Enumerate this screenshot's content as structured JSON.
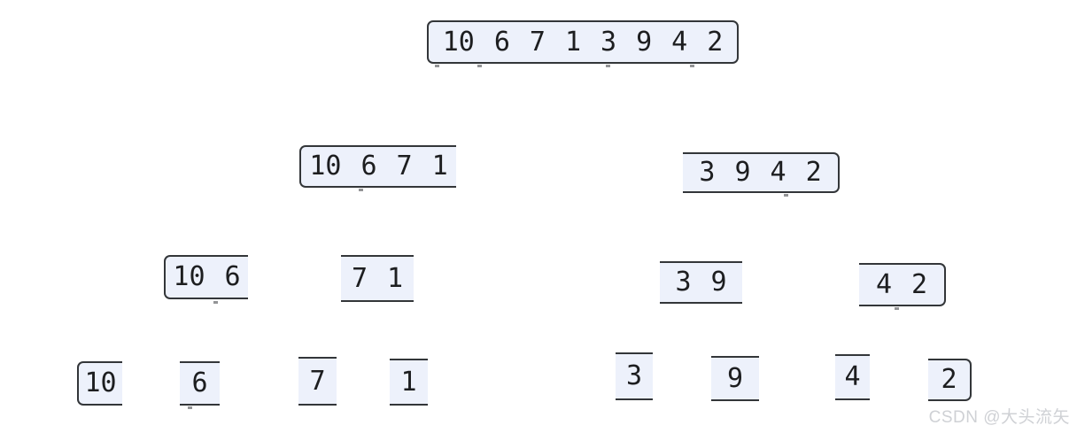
{
  "diagram": {
    "type": "merge-sort-divide-tree",
    "levels": [
      {
        "boxes": [
          {
            "values": [
              "10",
              "6",
              "7",
              "1",
              "3",
              "9",
              "4",
              "2"
            ]
          }
        ]
      },
      {
        "boxes": [
          {
            "values": [
              "10",
              "6",
              "7",
              "1"
            ]
          },
          {
            "values": [
              "3",
              "9",
              "4",
              "2"
            ]
          }
        ]
      },
      {
        "boxes": [
          {
            "values": [
              "10",
              "6"
            ]
          },
          {
            "values": [
              "7",
              "1"
            ]
          },
          {
            "values": [
              "3",
              "9"
            ]
          },
          {
            "values": [
              "4",
              "2"
            ]
          }
        ]
      },
      {
        "boxes": [
          {
            "values": [
              "10"
            ]
          },
          {
            "values": [
              "6"
            ]
          },
          {
            "values": [
              "7"
            ]
          },
          {
            "values": [
              "1"
            ]
          },
          {
            "values": [
              "3"
            ]
          },
          {
            "values": [
              "9"
            ]
          },
          {
            "values": [
              "4"
            ]
          },
          {
            "values": [
              "2"
            ]
          }
        ]
      }
    ]
  },
  "colors": {
    "box_fill": "#edf1fb",
    "box_border": "#333639",
    "text": "#1d1e20",
    "watermark": "#cfd1d5"
  },
  "watermark": {
    "text": "CSDN @大头流矢"
  }
}
